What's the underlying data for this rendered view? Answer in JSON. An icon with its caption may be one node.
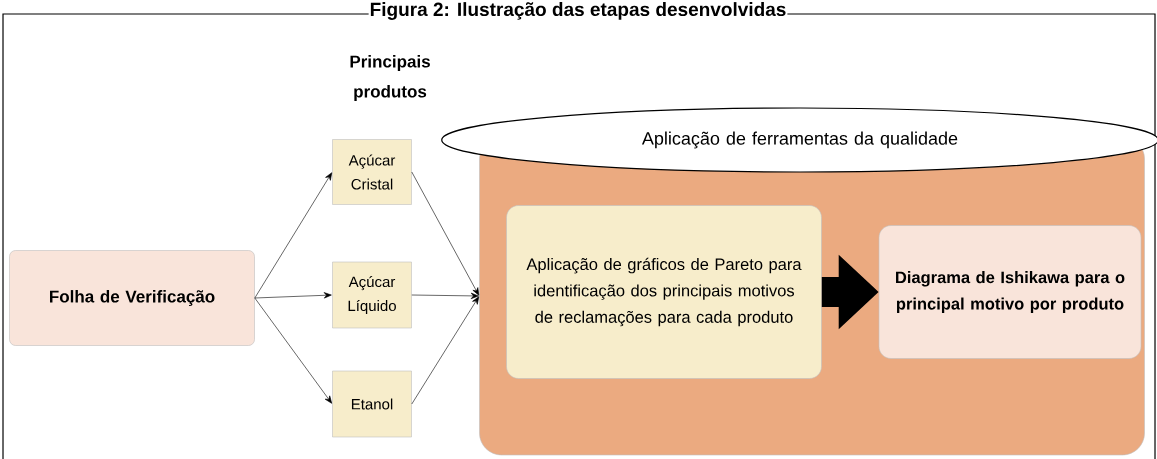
{
  "diagram": {
    "title": "Figura 2: Ilustração das etapas desenvolvidas",
    "nodes": [
      {
        "text": [
          "Folha de Verificação"
        ]
      },
      {
        "text": [
          "Açúcar Cristal"
        ]
      },
      {
        "text": [
          "Açúcar Líquido"
        ]
      },
      {
        "text": [
          "Etanol"
        ]
      },
      {
        "text": [
          "Aplicação de ferramentas da qualidade"
        ]
      },
      {
        "text": [
          "Aplicação de gráficos de Pareto para identificação dos principais motivos de reclamações para cada produto"
        ],
        "in": 4
      },
      {
        "text": [
          "Diagrama de Ishikawa para o principal motivo por produto"
        ],
        "in": 4
      }
    ],
    "edges": [
      {
        "from": 0,
        "to": 1,
        "arrow": "to"
      },
      {
        "from": 0,
        "to": 2,
        "arrow": "to"
      },
      {
        "from": 0,
        "to": 3,
        "arrow": "to"
      },
      {
        "from": 1,
        "to": 4,
        "arrow": "to"
      },
      {
        "from": 2,
        "to": 4,
        "arrow": "to"
      },
      {
        "from": 3,
        "to": 4,
        "arrow": "to"
      },
      {
        "from": 5,
        "to": 6,
        "arrow": "to",
        "style": "thick"
      }
    ],
    "labels": [
      "Principais produtos"
    ]
  }
}
